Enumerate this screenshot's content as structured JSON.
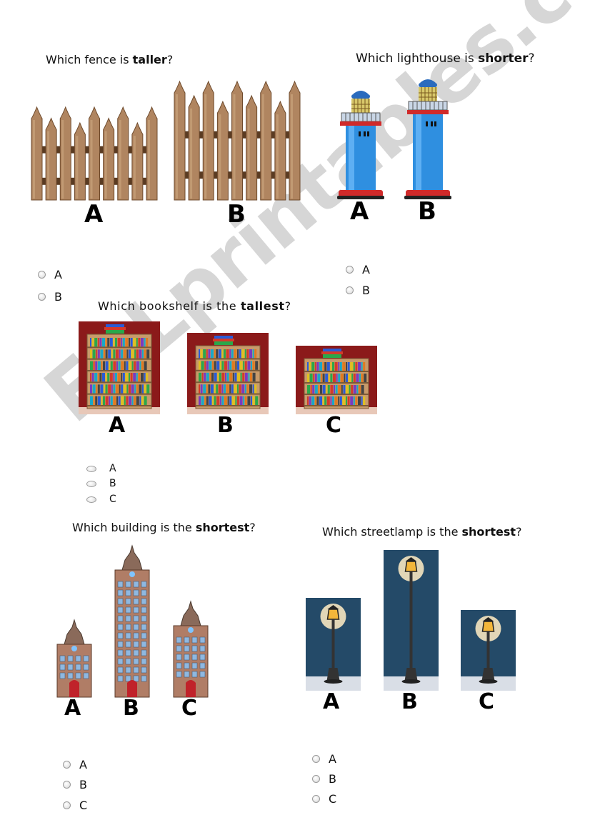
{
  "watermark": "ESLprintables.com",
  "q1": {
    "pre": "Which fence is ",
    "bold": "taller",
    "post": "?",
    "labels": [
      "A",
      "B"
    ],
    "options": [
      "A",
      "B"
    ]
  },
  "q2": {
    "pre": "Which lighthouse is ",
    "bold": "shorter",
    "post": "?",
    "labels": [
      "A",
      "B"
    ],
    "options": [
      "A",
      "B"
    ]
  },
  "q3": {
    "pre": "Which bookshelf is the ",
    "bold": "tallest",
    "post": "?",
    "labels": [
      "A",
      "B",
      "C"
    ],
    "options": [
      "A",
      "B",
      "C"
    ]
  },
  "q4": {
    "pre": "Which building is the ",
    "bold": "shortest",
    "post": "?",
    "labels": [
      "A",
      "B",
      "C"
    ],
    "options": [
      "A",
      "B",
      "C"
    ]
  },
  "q5": {
    "pre": "Which streetlamp is the ",
    "bold": "shortest",
    "post": "?",
    "labels": [
      "A",
      "B",
      "C"
    ],
    "options": [
      "A",
      "B",
      "C"
    ]
  },
  "colors": {
    "fence": "#b08560",
    "lighthouse": "#2f8fe0",
    "bookshelf_bg": "#8b1a1a",
    "lamp_bg": "#244a68",
    "building": "#b07d66"
  }
}
